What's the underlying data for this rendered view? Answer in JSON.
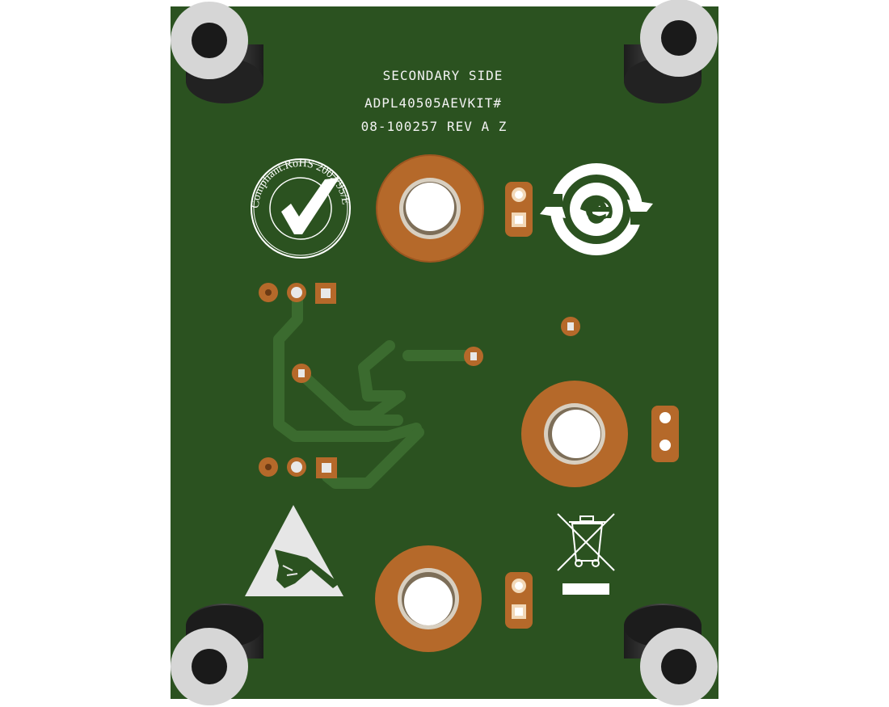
{
  "board": {
    "silkscreen": {
      "line1": "SECONDARY SIDE",
      "line2": "ADPL40505AEVKIT#",
      "line3": "08-100257 REV A Z"
    },
    "rohs_logo": {
      "arc_text": "Compliant.RoHS 2002/95/EC."
    },
    "icons": [
      "rohs-compliant-icon",
      "recycle-e-icon",
      "esd-warning-icon",
      "weee-crossed-bin-icon"
    ],
    "colors": {
      "pcb": "#2b5220",
      "trace": "#3a6a2e",
      "copper": "#b5692a",
      "silk": "#f2f2f2",
      "standoff": "#d6d6d6"
    }
  }
}
